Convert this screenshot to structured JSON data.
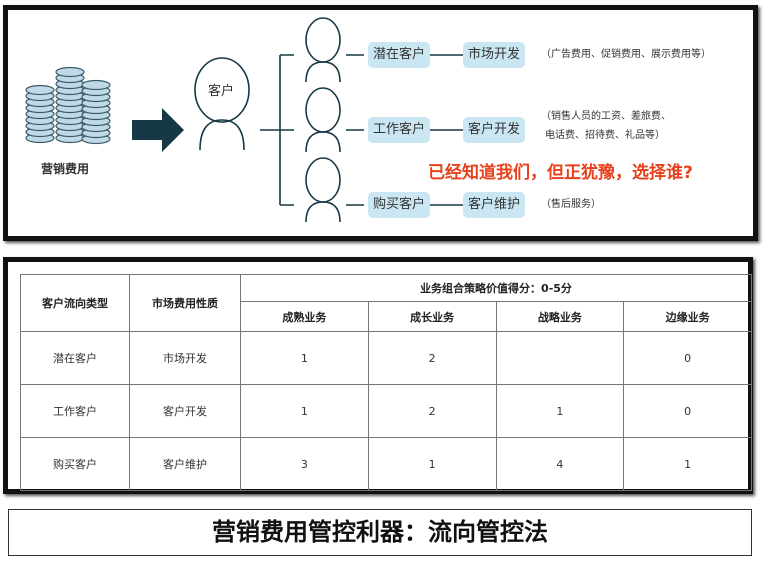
{
  "diagram": {
    "source_label": "营销费用",
    "customer_label": "客户",
    "rows": [
      {
        "type": "潜在客户",
        "nature": "市场开发",
        "note": "（广告费用、促销费用、展示费用等）"
      },
      {
        "type": "工作客户",
        "nature": "客户开发",
        "note": "（销售人员的工资、差旅费、",
        "note2": "电话费、招待费、礼品等）"
      },
      {
        "type": "购买客户",
        "nature": "客户维护",
        "note": "（售后服务）"
      }
    ],
    "question": "已经知道我们，但正犹豫，选择谁?"
  },
  "table": {
    "h1": "客户流向类型",
    "h2": "市场费用性质",
    "group": "业务组合策略价值得分：0-5分",
    "cols": [
      "成熟业务",
      "成长业务",
      "战略业务",
      "边缘业务"
    ],
    "rows": [
      {
        "type": "潜在客户",
        "nature": "市场开发",
        "v": [
          "1",
          "2",
          "",
          "0"
        ]
      },
      {
        "type": "工作客户",
        "nature": "客户开发",
        "v": [
          "1",
          "2",
          "1",
          "0"
        ]
      },
      {
        "type": "购买客户",
        "nature": "客户维护",
        "v": [
          "3",
          "1",
          "4",
          "1"
        ]
      }
    ]
  },
  "title": "营销费用管控利器：流向管控法"
}
